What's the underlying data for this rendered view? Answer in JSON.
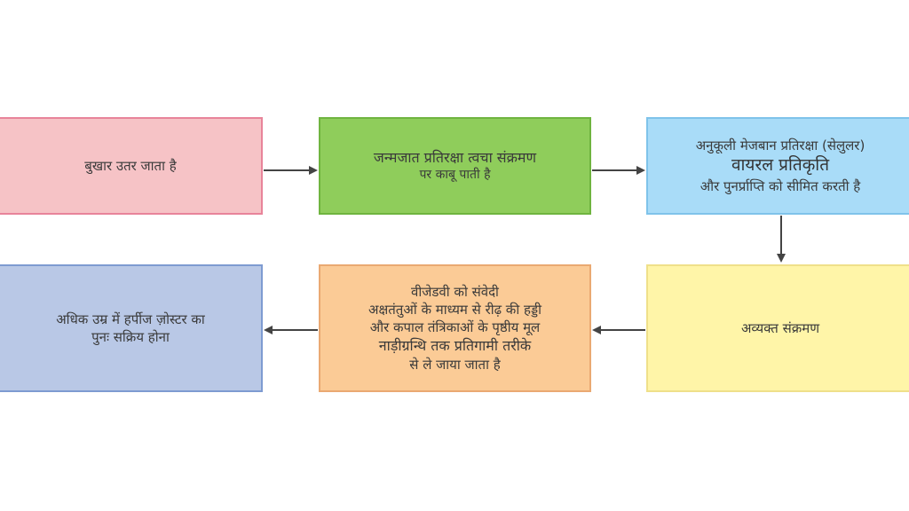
{
  "flow": {
    "box1": {
      "lines": [
        "बुखार उतर जाता है"
      ],
      "color": "#f6c3c6"
    },
    "box2": {
      "lines": [
        "जन्मजात प्रतिरक्षा त्वचा संक्रमण",
        "पर काबू पाती है"
      ],
      "color": "#8fcd5b"
    },
    "box3": {
      "lines": [
        "अनुकूली मेजबान प्रतिरक्षा (सेलुलर)",
        "वायरल प्रतिकृति",
        "और पुनर्प्राप्ति को सीमित करती है"
      ],
      "color": "#a9dcf8"
    },
    "box4": {
      "lines": [
        "अव्यक्त संक्रमण"
      ],
      "color": "#fff5a8"
    },
    "box5": {
      "lines": [
        "वीजेडवी को संवेदी",
        "अक्षतंतुओं के माध्यम से रीढ़ की हड्डी",
        "और कपाल तंत्रिकाओं के पृष्ठीय मूल",
        "नाड़ीग्रन्थि तक प्रतिगामी तरीके",
        "से ले जाया जाता है"
      ],
      "color": "#fbcb96"
    },
    "box6": {
      "lines": [
        "अधिक उम्र में हर्पीज ज़ोस्टर का",
        "पुनः सक्रिय होना"
      ],
      "color": "#b9c8e6"
    }
  },
  "arrow_color": "#444444"
}
